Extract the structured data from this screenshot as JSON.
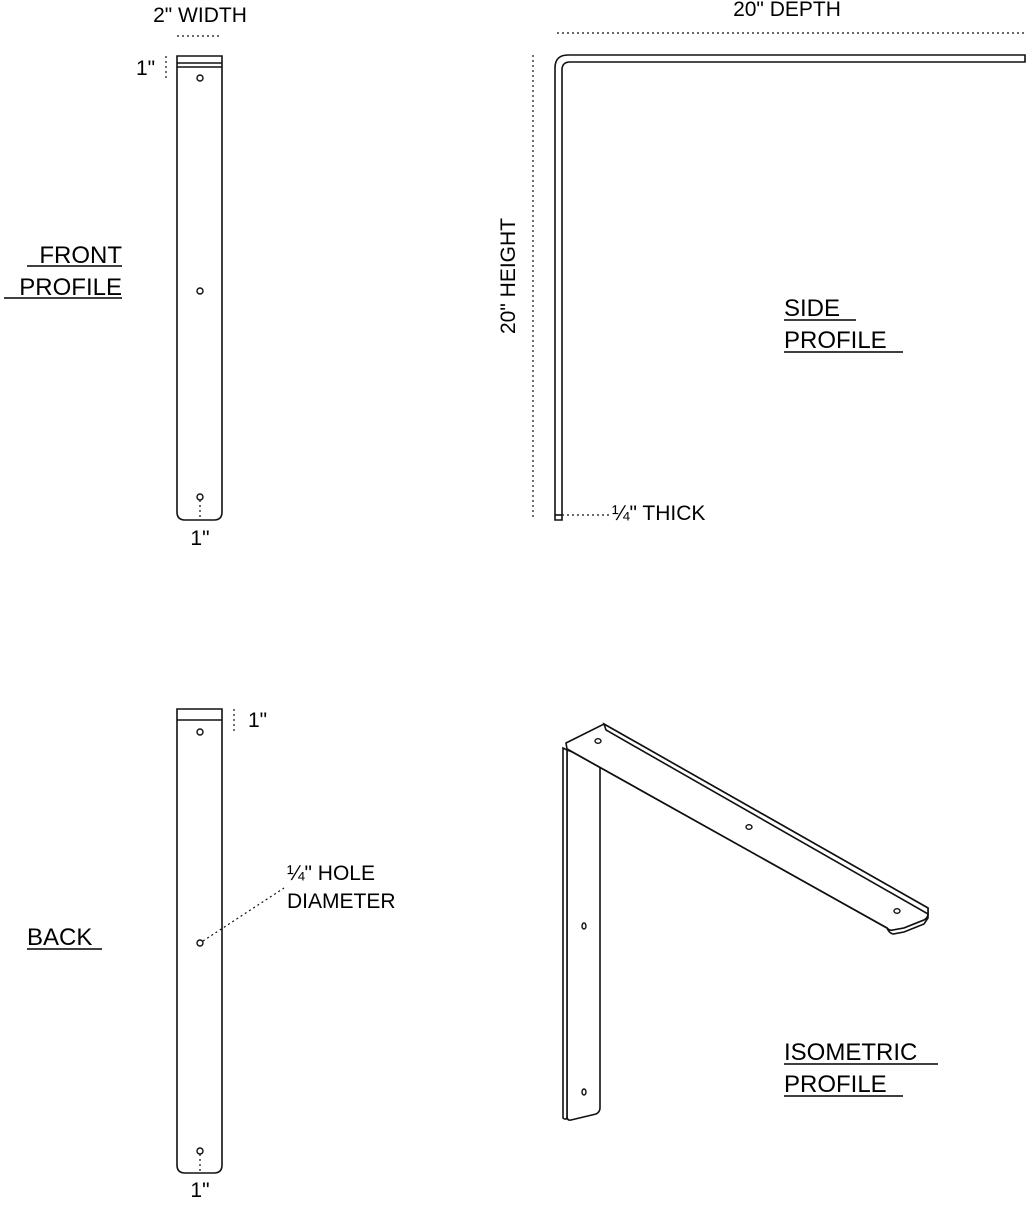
{
  "views": {
    "front": {
      "label_line1": "FRONT",
      "label_line2": "PROFILE"
    },
    "side": {
      "label_line1": "SIDE",
      "label_line2": "PROFILE"
    },
    "back": {
      "label": "BACK"
    },
    "isometric": {
      "label_line1": "ISOMETRIC",
      "label_line2": "PROFILE"
    }
  },
  "dimensions": {
    "width": "2\" WIDTH",
    "front_top_offset": "1\"",
    "front_bottom_offset": "1\"",
    "depth": "20\" DEPTH",
    "height": "20\" HEIGHT",
    "thickness": "¼\" THICK",
    "back_top_offset": "1\"",
    "back_bottom_offset": "1\"",
    "hole_line1": "¼\" HOLE",
    "hole_line2": "DIAMETER"
  },
  "colors": {
    "line": "#111111",
    "background": "#ffffff"
  }
}
